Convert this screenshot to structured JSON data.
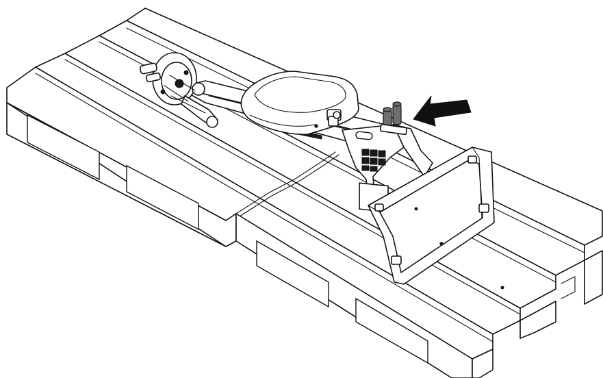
{
  "figure": {
    "subject": "pallet-with-machine-arm",
    "style": "black-and-white line drawing",
    "colors": {
      "line": "#111111",
      "paper": "#ffffff",
      "part_shade": "#6f6f6f",
      "arrow": "#111111"
    },
    "callout": {
      "type": "arrow",
      "icon": "arrow-left-icon",
      "points_to": "handle-grips"
    }
  }
}
